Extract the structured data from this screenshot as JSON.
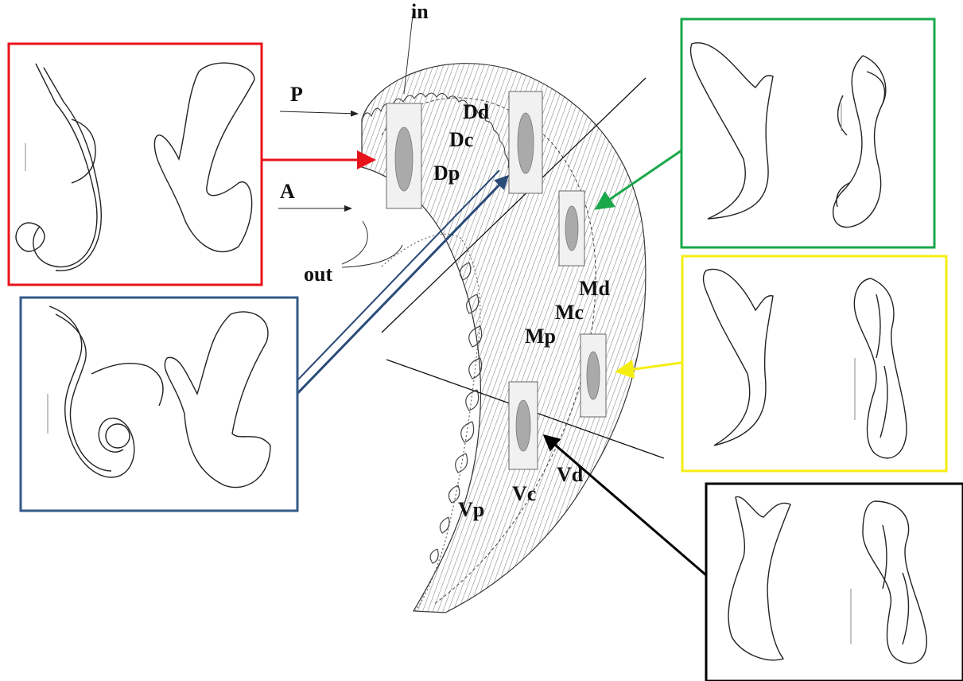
{
  "figure": {
    "labels": {
      "in": "in",
      "out": "out",
      "P": "P",
      "A": "A",
      "Dd": "Dd",
      "Dc": "Dc",
      "Dp": "Dp",
      "Md": "Md",
      "Mc": "Mc",
      "Mp": "Mp",
      "Vd": "Vd",
      "Vc": "Vc",
      "Vp": "Vp"
    },
    "panels": [
      {
        "id": "red",
        "color": "#e8131b"
      },
      {
        "id": "green",
        "color": "#1aa84a"
      },
      {
        "id": "blue",
        "color": "#345a8a"
      },
      {
        "id": "yellow",
        "color": "#f5ee10"
      },
      {
        "id": "black",
        "color": "#000000"
      }
    ]
  }
}
